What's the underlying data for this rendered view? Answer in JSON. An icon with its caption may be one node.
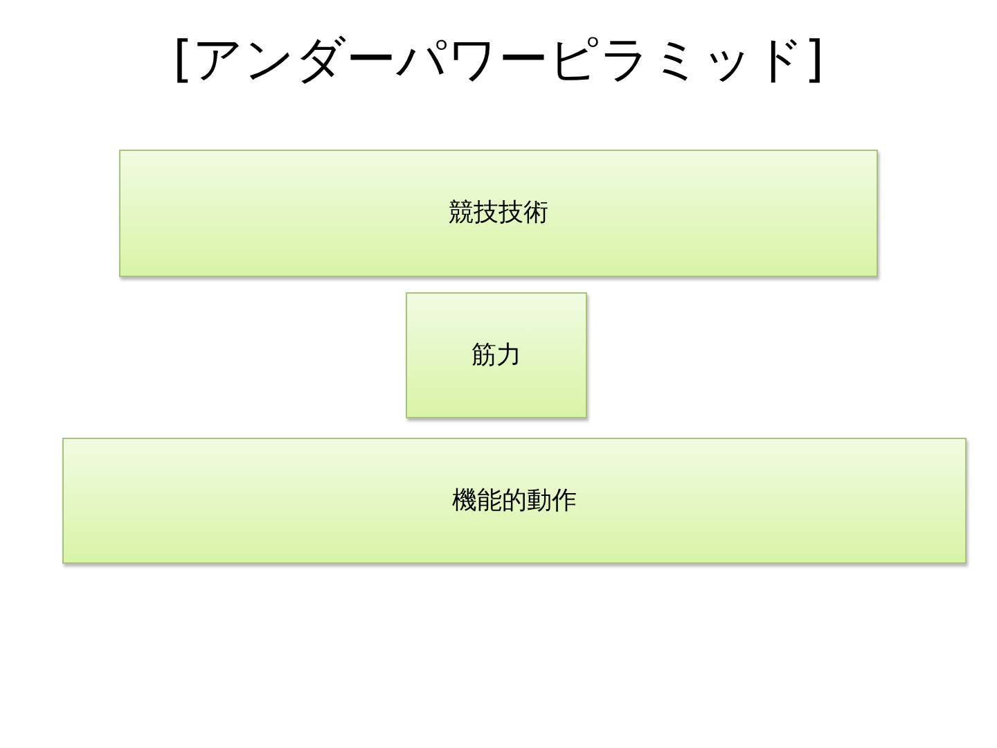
{
  "diagram": {
    "title": "[アンダーパワーピラミッド]",
    "nodes": [
      {
        "text": [
          "競技技術"
        ]
      },
      {
        "text": [
          "筋力"
        ]
      },
      {
        "text": [
          "機能的動作"
        ]
      }
    ]
  }
}
